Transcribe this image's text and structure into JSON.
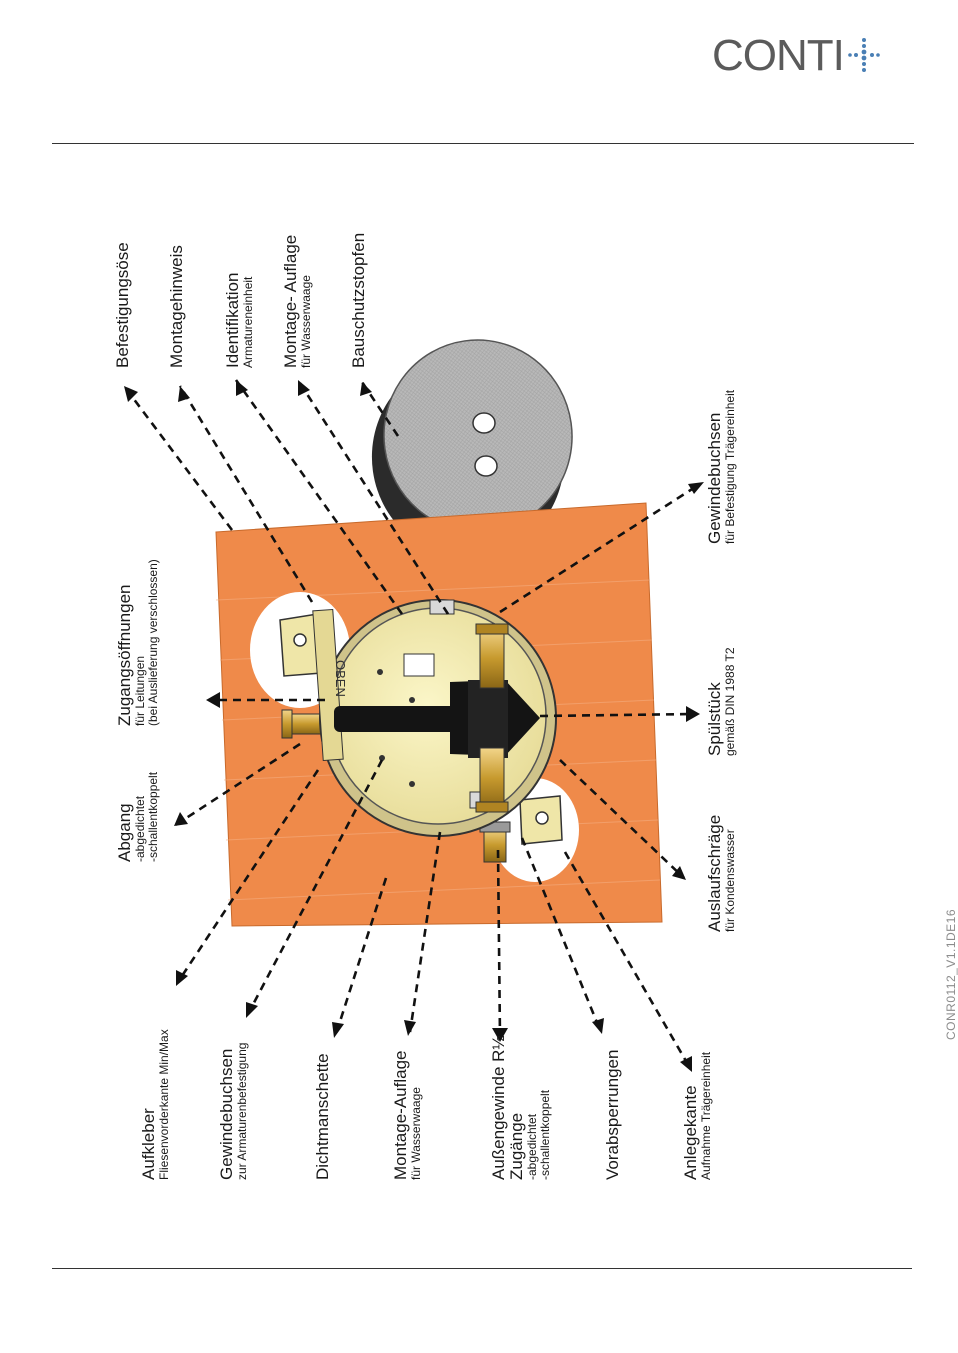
{
  "logo": {
    "text": "CONTI",
    "brand_color": "#4a7fb5"
  },
  "doc_id": "CONR0112_V1.1DE16",
  "part_text": {
    "oben": "OBEN"
  },
  "labels": {
    "befestigungsoese": {
      "title": "Befestigungsöse"
    },
    "montagehinweis": {
      "title": "Montagehinweis"
    },
    "identifikation": {
      "title": "Identifikation",
      "sub": "Armatureneinheit"
    },
    "montage_auflage_top": {
      "title": "Montage- Auflage",
      "sub": "für Wasserwaage"
    },
    "bauschutzstopfen": {
      "title": "Bauschutzstopfen"
    },
    "abgang": {
      "title": "Abgang",
      "sub1": "-abgedichtet",
      "sub2": "-schallentkoppelt"
    },
    "zugangsoeffnungen": {
      "title": "Zugangsöffnungen",
      "sub1": "für Leitungen",
      "sub2": "(bei Auslieferung verschlossen)"
    },
    "auslaufschraege": {
      "title": "Auslaufschräge",
      "sub": "für Kondenswasser"
    },
    "spuelstueck": {
      "title": "Spülstück",
      "sub": "gemäß DIN 1988 T2"
    },
    "gewindebuchsen_right": {
      "title": "Gewindebuchsen",
      "sub": "für Befestigung Trägereinheit"
    },
    "aufkleber": {
      "title": "Aufkleber",
      "sub": "Fliesenvorderkante Min/Max"
    },
    "gewindebuchsen_left": {
      "title": "Gewindebuchsen",
      "sub": "zur Armaturenbefestigung"
    },
    "dichtmanschette": {
      "title": "Dichtmanschette"
    },
    "montage_auflage_bottom": {
      "title": "Montage-Auflage",
      "sub": "für Wasserwaage"
    },
    "aussengewinde": {
      "title": "Außengewinde R½",
      "title2": "Zugänge",
      "sub1": "-abgedichtet",
      "sub2": "-schallentkoppelt"
    },
    "vorabsperrungen": {
      "title": "Vorabsperrungen"
    },
    "anlegekante": {
      "title": "Anlegekante",
      "sub": "Aufnahme Trägereinheit"
    }
  }
}
